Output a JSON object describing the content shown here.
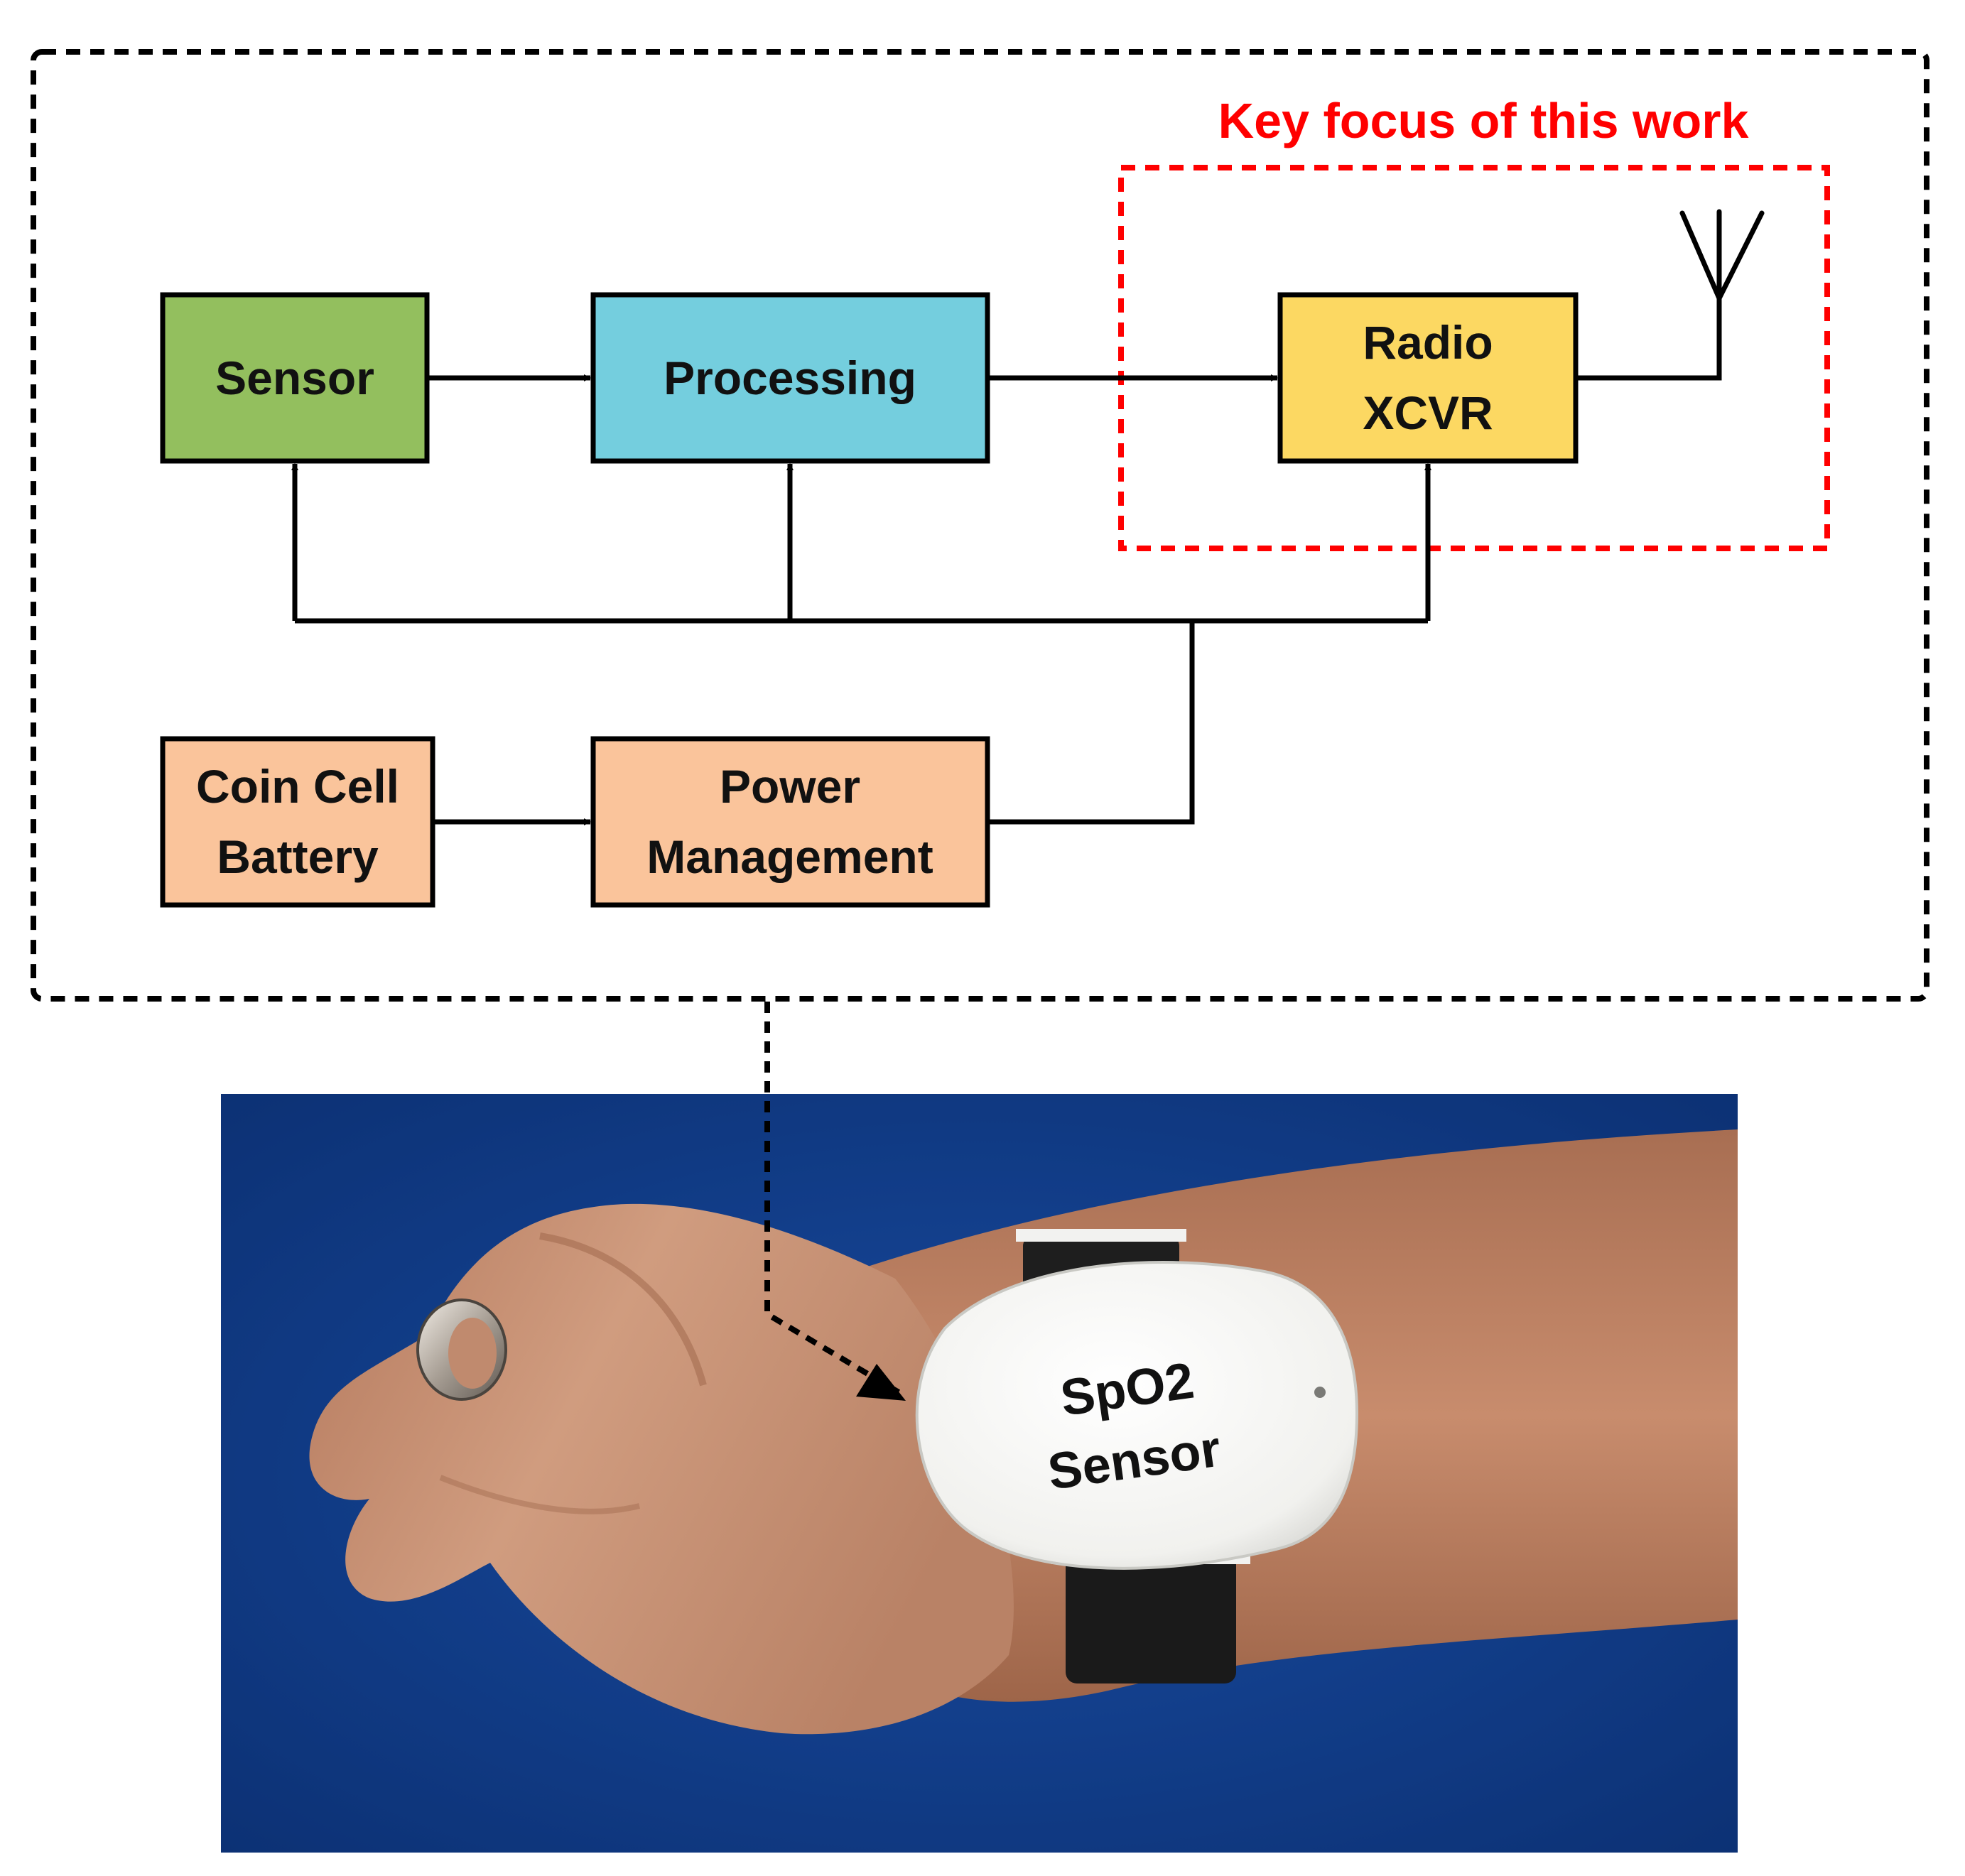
{
  "blocks": {
    "sensor": {
      "label": "Sensor",
      "color": "#93BF5E"
    },
    "processing": {
      "label": "Processing",
      "color": "#74CEDE"
    },
    "radio": {
      "line1": "Radio",
      "line2": "XCVR",
      "color": "#FCD862"
    },
    "battery": {
      "line1": "Coin Cell",
      "line2": "Battery",
      "color": "#FAC49B"
    },
    "power": {
      "line1": "Power",
      "line2": "Management",
      "color": "#FAC49B"
    }
  },
  "focus": {
    "label": "Key focus of this work",
    "color": "#FF0000"
  },
  "photo": {
    "device_line1": "SpO2",
    "device_line2": "Sensor",
    "background_color": "#0E3A86"
  }
}
